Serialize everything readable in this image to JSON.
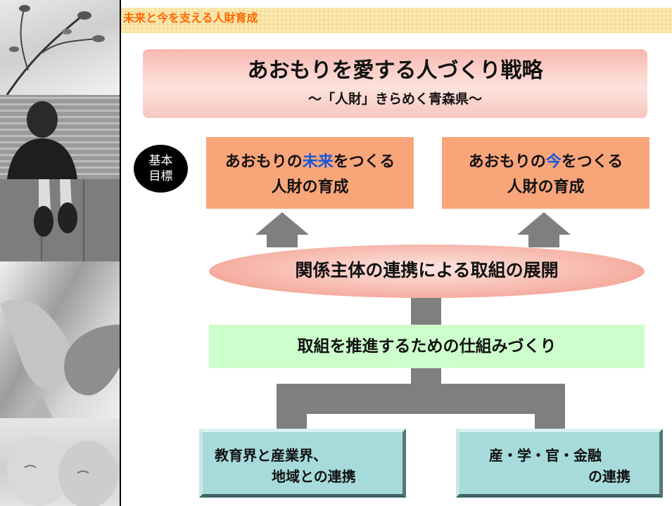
{
  "header": {
    "title": "未来と今を支える人財育成"
  },
  "strategy": {
    "title": "あおもりを愛する人づくり戦略",
    "subtitle": "～「人財」きらめく青森県～"
  },
  "goal_label": {
    "line1": "基本",
    "line2": "目標"
  },
  "goals": [
    {
      "prefix": "あおもりの",
      "highlight": "未来",
      "suffix": "をつくる",
      "line2": "人財の育成"
    },
    {
      "prefix": "あおもりの",
      "highlight": "今",
      "suffix": "をつくる",
      "line2": "人財の育成"
    }
  ],
  "collaboration": {
    "text": "関係主体の連携による取組の展開"
  },
  "mechanism": {
    "text": "取組を推進するための仕組みづくり"
  },
  "foundations": [
    {
      "line1": "教育界と産業界、",
      "line2": "地域との連携"
    },
    {
      "line1": "産・学・官・金融",
      "line2": "の連携"
    }
  ],
  "colors": {
    "header_text": "#ff6600",
    "highlight": "#1a56d6",
    "goal_box": "#f8a57a",
    "mechanism": "#ccffcc",
    "foundation": "#a7dbdb",
    "arrow": "#7f7f7f"
  },
  "icons": [
    "photo-branches",
    "photo-man-back",
    "photo-feet",
    "photo-hands",
    "photo-babies"
  ]
}
